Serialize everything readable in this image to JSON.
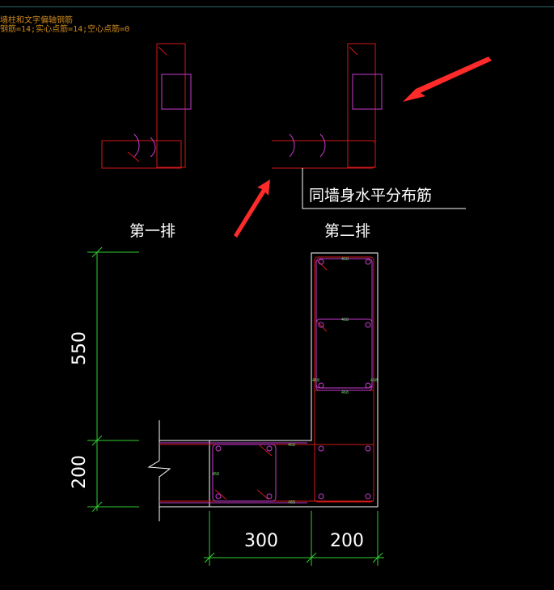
{
  "status": {
    "line1": "墙柱和文字偏轴钢筋",
    "line2": "钢筋=14;实心点筋=14;空心点筋=0"
  },
  "labels": {
    "row1": "第一排",
    "row2": "第二排",
    "note": "同墙身水平分布筋"
  },
  "dimensions": {
    "v_upper": "550",
    "v_lower": "200",
    "h_left": "300",
    "h_right": "200"
  },
  "bar_tags": {
    "t1": "468",
    "t2": "468",
    "t3": "468",
    "t4": "468",
    "t5": "468",
    "t6": "468",
    "t7": "468",
    "t8": "468"
  },
  "colors": {
    "rebar_red": "#d01818",
    "stirrup_magenta": "#c83ccf",
    "dimension_green": "#2fd02f",
    "outline_white": "#ffffff",
    "arrow_red": "#ff2a2a"
  }
}
